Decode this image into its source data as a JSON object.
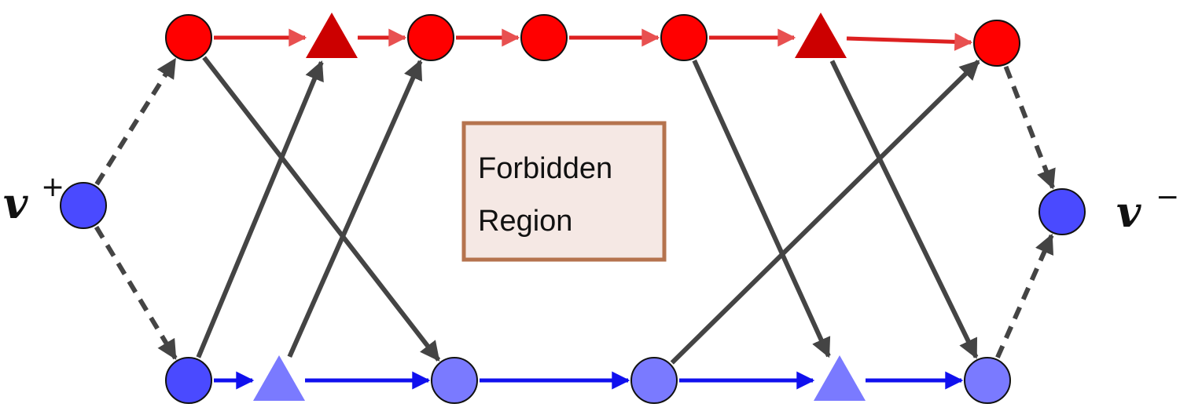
{
  "labels": {
    "source": "v",
    "source_sup": "+",
    "sink": "v",
    "sink_sup": "−",
    "region_line1": "Forbidden",
    "region_line2": "Region"
  },
  "colors": {
    "red_node": "#ff0000",
    "red_triangle": "#cc0000",
    "red_edge": "#dd2020",
    "red_arrowhead": "#e85050",
    "blue_node_dark": "#4a4aff",
    "blue_node_light": "#7a7aff",
    "blue_edge": "#1010ee",
    "gray_edge": "#444444",
    "region_fill": "#f5e8e4",
    "region_border": "#b5734e"
  },
  "nodes": [
    {
      "id": "s",
      "shape": "circle",
      "color": "blue_dark"
    },
    {
      "id": "t",
      "shape": "circle",
      "color": "blue_dark"
    },
    {
      "id": "r1",
      "shape": "circle",
      "color": "red"
    },
    {
      "id": "r2",
      "shape": "triangle",
      "color": "red"
    },
    {
      "id": "r3",
      "shape": "circle",
      "color": "red"
    },
    {
      "id": "r4",
      "shape": "circle",
      "color": "red"
    },
    {
      "id": "r5",
      "shape": "circle",
      "color": "red"
    },
    {
      "id": "r6",
      "shape": "triangle",
      "color": "red"
    },
    {
      "id": "r7",
      "shape": "circle",
      "color": "red"
    },
    {
      "id": "b1",
      "shape": "circle",
      "color": "blue_dark"
    },
    {
      "id": "b2",
      "shape": "triangle",
      "color": "blue_light"
    },
    {
      "id": "b3",
      "shape": "circle",
      "color": "blue_light"
    },
    {
      "id": "b4",
      "shape": "circle",
      "color": "blue_light"
    },
    {
      "id": "b5",
      "shape": "triangle",
      "color": "blue_light"
    },
    {
      "id": "b6",
      "shape": "circle",
      "color": "blue_light"
    }
  ],
  "edges": [
    {
      "from": "s",
      "to": "r1",
      "style": "dashed"
    },
    {
      "from": "s",
      "to": "b1",
      "style": "dashed"
    },
    {
      "from": "r7",
      "to": "t",
      "style": "dashed"
    },
    {
      "from": "b6",
      "to": "t",
      "style": "dashed"
    },
    {
      "from": "r1",
      "to": "r2",
      "style": "red"
    },
    {
      "from": "r2",
      "to": "r3",
      "style": "red"
    },
    {
      "from": "r3",
      "to": "r4",
      "style": "red"
    },
    {
      "from": "r4",
      "to": "r5",
      "style": "red"
    },
    {
      "from": "r5",
      "to": "r6",
      "style": "red"
    },
    {
      "from": "r6",
      "to": "r7",
      "style": "red"
    },
    {
      "from": "b1",
      "to": "b2",
      "style": "blue"
    },
    {
      "from": "b2",
      "to": "b3",
      "style": "blue"
    },
    {
      "from": "b3",
      "to": "b4",
      "style": "blue"
    },
    {
      "from": "b4",
      "to": "b5",
      "style": "blue"
    },
    {
      "from": "b5",
      "to": "b6",
      "style": "blue"
    },
    {
      "from": "r1",
      "to": "b3",
      "style": "gray"
    },
    {
      "from": "b1",
      "to": "r2",
      "style": "gray"
    },
    {
      "from": "b2",
      "to": "r3",
      "style": "gray"
    },
    {
      "from": "r5",
      "to": "b5",
      "style": "gray"
    },
    {
      "from": "b4",
      "to": "r7",
      "style": "gray"
    },
    {
      "from": "r6",
      "to": "b6",
      "style": "gray"
    }
  ]
}
